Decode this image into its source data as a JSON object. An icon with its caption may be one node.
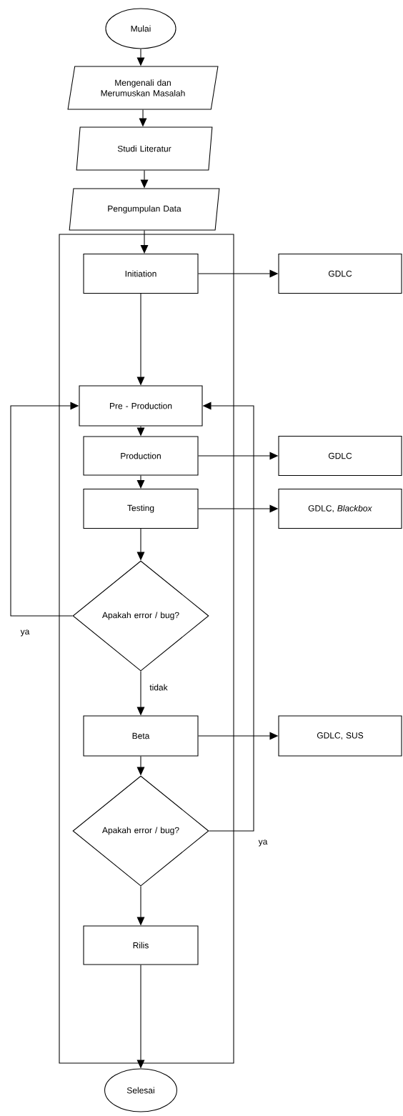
{
  "diagram": {
    "nodes": [
      {
        "text": [
          "Mulai"
        ]
      },
      {
        "text": [
          "Mengenali dan Merumuskan Masalah"
        ]
      },
      {
        "text": [
          "Studi Literatur"
        ]
      },
      {
        "text": [
          "Pengumpulan Data"
        ]
      },
      {
        "text": [],
        "shape": "box"
      },
      {
        "text": [
          "Initiation"
        ],
        "in": 4
      },
      {
        "text": [
          "GDLC"
        ]
      },
      {
        "text": [
          "Pre - Production"
        ],
        "in": 4
      },
      {
        "text": [
          "Production"
        ],
        "in": 4
      },
      {
        "text": [
          "GDLC"
        ]
      },
      {
        "text": [
          "Testing"
        ],
        "in": 4
      },
      {
        "text": [
          "GDLC, *Blackbox*"
        ]
      },
      {
        "text": [
          "Apakah error / bug?"
        ],
        "in": 4
      },
      {
        "text": [
          "Beta"
        ],
        "in": 4
      },
      {
        "text": [
          "GDLC, SUS"
        ]
      },
      {
        "text": [
          "Apakah error / bug?"
        ],
        "in": 4
      },
      {
        "text": [
          "Rilis"
        ],
        "in": 4
      },
      {
        "text": [
          "Selesai"
        ]
      }
    ],
    "edges": [
      {
        "from": 0,
        "to": 1,
        "arrow": "to"
      },
      {
        "from": 1,
        "to": 2,
        "arrow": "to"
      },
      {
        "from": 2,
        "to": 3,
        "arrow": "to"
      },
      {
        "from": 3,
        "to": 5,
        "arrow": "to"
      },
      {
        "from": 5,
        "to": 6,
        "arrow": "to"
      },
      {
        "from": 5,
        "to": 7,
        "arrow": "to"
      },
      {
        "from": 7,
        "to": 8,
        "arrow": "to"
      },
      {
        "from": 8,
        "to": 9,
        "arrow": "to"
      },
      {
        "from": 8,
        "to": 10,
        "arrow": "to"
      },
      {
        "from": 10,
        "to": 11,
        "arrow": "to"
      },
      {
        "from": 10,
        "to": 12,
        "arrow": "to"
      },
      {
        "from": 12,
        "to": 7,
        "arrow": "to",
        "label": "ya"
      },
      {
        "from": 12,
        "to": 13,
        "arrow": "to",
        "label": "tidak"
      },
      {
        "from": 13,
        "to": 14,
        "arrow": "to"
      },
      {
        "from": 13,
        "to": 15,
        "arrow": "to"
      },
      {
        "from": 15,
        "to": 7,
        "arrow": "to",
        "label": "ya"
      },
      {
        "from": 15,
        "to": 16,
        "arrow": "to"
      },
      {
        "from": 16,
        "to": 17,
        "arrow": "to"
      }
    ]
  }
}
